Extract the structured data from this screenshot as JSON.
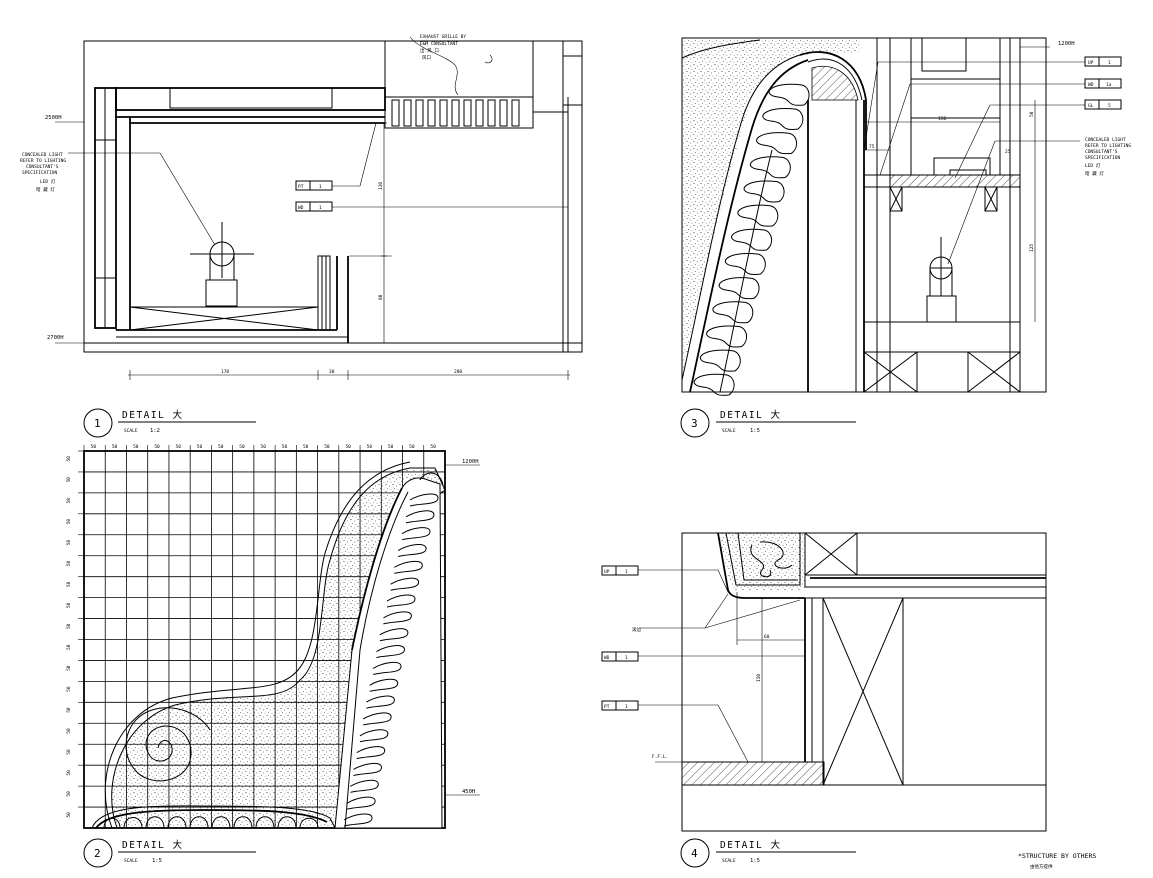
{
  "details": [
    {
      "number": "1",
      "title": "DETAIL 大",
      "scale_label": "SCALE",
      "scale_value": "1:2",
      "levels": [
        "2500H",
        "2700H"
      ],
      "dimensions": [
        "170",
        "30",
        "280",
        "120",
        "80"
      ],
      "tags": [
        {
          "code": "PT",
          "num": "1"
        },
        {
          "code": "WD",
          "num": "1"
        }
      ],
      "notes": {
        "left_lines": [
          "CONCEALED LIGHT",
          "REFER TO LIGHTING",
          "CONSULTANT'S",
          "SPECIFICATION",
          "LED 灯",
          "暗 藏 灯"
        ],
        "top_lines": [
          "EXHAUST GRILLE BY",
          "E&M CONSULTANT",
          "出 风 口",
          "风口"
        ]
      }
    },
    {
      "number": "2",
      "title": "DETAIL 大",
      "scale_label": "SCALE",
      "scale_value": "1:5",
      "grid_label": "50",
      "levels": [
        "1200H",
        "450H"
      ]
    },
    {
      "number": "3",
      "title": "DETAIL 大",
      "scale_label": "SCALE",
      "scale_value": "1:5",
      "levels": [
        "1200H"
      ],
      "dimensions": [
        "150",
        "75",
        "25",
        "50",
        "125"
      ],
      "tags": [
        {
          "code": "UP",
          "num": "1"
        },
        {
          "code": "WD",
          "num": "1a"
        },
        {
          "code": "GL",
          "num": "5"
        }
      ],
      "notes": {
        "right_lines": [
          "CONCEALED LIGHT",
          "REFER TO LIGHTING",
          "CONSULTANT'S",
          "SPECIFICATION",
          "LED 灯",
          "暗 藏 灯"
        ]
      }
    },
    {
      "number": "4",
      "title": "DETAIL 大",
      "scale_label": "SCALE",
      "scale_value": "1:5",
      "levels": [
        "F.F.L."
      ],
      "dimensions": [
        "60",
        "150"
      ],
      "tags": [
        {
          "code": "UP",
          "num": "1"
        },
        {
          "code": "WD",
          "num": "1"
        },
        {
          "code": "PT",
          "num": "1"
        }
      ],
      "callout": "滚边",
      "footnote": "*STRUCTURE BY OTHERS",
      "footnote_cn": "由他方提供"
    }
  ]
}
